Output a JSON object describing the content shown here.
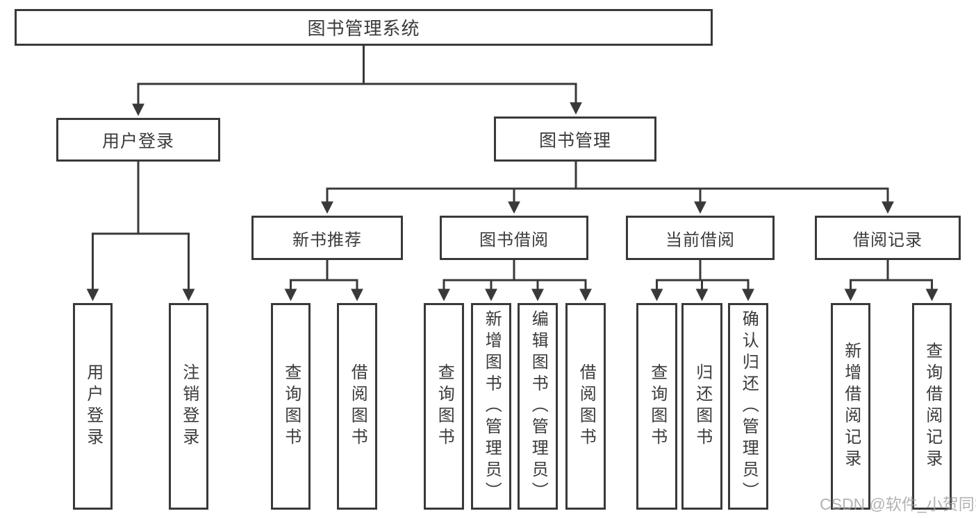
{
  "diagram": {
    "root": "图书管理系统",
    "level2": [
      "用户登录",
      "图书管理"
    ],
    "level3": [
      "新书推荐",
      "图书借阅",
      "当前借阅",
      "借阅记录"
    ],
    "children": {
      "user_login": [
        "用户登录",
        "注销登录"
      ],
      "new_book_recommend": [
        "查询图书",
        "借阅图书"
      ],
      "book_borrow": [
        "查询图书",
        "新增图书（管理员）",
        "编辑图书（管理员）",
        "借阅图书"
      ],
      "current_borrow": [
        "查询图书",
        "归还图书",
        "确认归还（管理员）"
      ],
      "borrow_record": [
        "新增借阅记录",
        "查询借阅记录"
      ]
    }
  },
  "watermark": "CSDN @软件_小贺同学",
  "colors": {
    "line": "#393939",
    "text": "#3a3a3a",
    "watermark": "#a0a0a0",
    "background": "#ffffff"
  }
}
